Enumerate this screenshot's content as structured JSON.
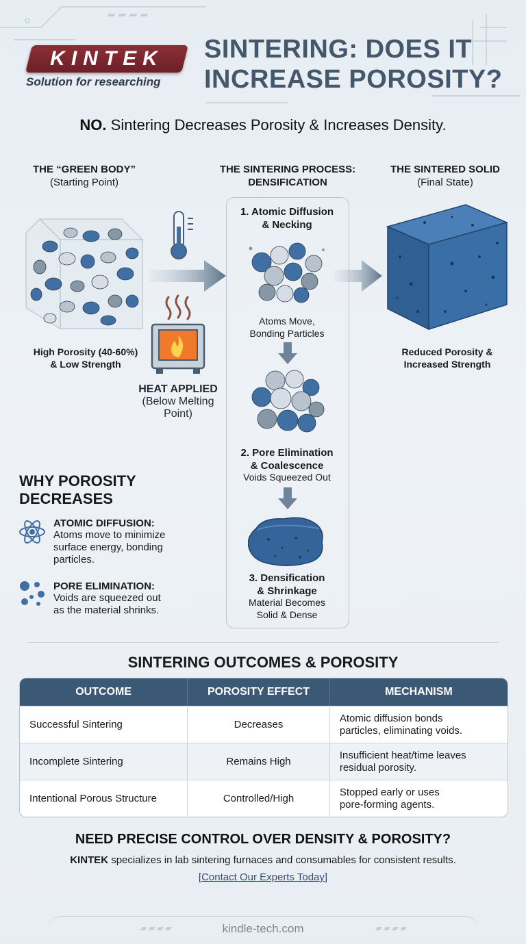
{
  "header": {
    "logo": "KINTEK",
    "tagline": "Solution for researching",
    "title_line1": "SINTERING: DOES IT",
    "title_line2": "INCREASE POROSITY?"
  },
  "subtitle": {
    "strong": "NO.",
    "rest": " Sintering Decreases Porosity & Increases Density."
  },
  "green_body": {
    "heading": "THE “GREEN BODY”",
    "sub": "(Starting Point)",
    "caption_line1": "High Porosity (40-60%)",
    "caption_line2": "& Low Strength"
  },
  "heat": {
    "label": "HEAT APPLIED",
    "sub_line1": "(Below Melting",
    "sub_line2": "Point)"
  },
  "process": {
    "heading_line1": "THE SINTERING PROCESS:",
    "heading_line2": "DENSIFICATION",
    "step1_title_line1": "1. Atomic Diffusion",
    "step1_title_line2": "& Necking",
    "step1_desc_line1": "Atoms Move,",
    "step1_desc_line2": "Bonding Particles",
    "step2_title_line1": "2. Pore Elimination",
    "step2_title_line2": "& Coalescence",
    "step2_desc": "Voids Squeezed Out",
    "step3_title_line1": "3. Densification",
    "step3_title_line2": "& Shrinkage",
    "step3_desc_line1": "Material Becomes",
    "step3_desc_line2": "Solid & Dense"
  },
  "sintered": {
    "heading": "THE SINTERED SOLID",
    "sub": "(Final State)",
    "caption_line1": "Reduced Porosity &",
    "caption_line2": "Increased Strength"
  },
  "why": {
    "title_line1": "WHY POROSITY",
    "title_line2": "DECREASES",
    "item1_head": "ATOMIC DIFFUSION:",
    "item1_l1": "Atoms move to minimize",
    "item1_l2": "surface energy, bonding",
    "item1_l3": "particles.",
    "item2_head": "PORE ELIMINATION:",
    "item2_l1": "Voids are squeezed out",
    "item2_l2": "as the material shrinks."
  },
  "outcomes": {
    "title": "SINTERING OUTCOMES & POROSITY",
    "headers": [
      "OUTCOME",
      "POROSITY EFFECT",
      "MECHANISM"
    ],
    "rows": [
      {
        "outcome": "Successful Sintering",
        "effect": "Decreases",
        "mech_l1": "Atomic diffusion bonds",
        "mech_l2": "particles, eliminating voids."
      },
      {
        "outcome": "Incomplete Sintering",
        "effect": "Remains High",
        "mech_l1": "Insufficient heat/time leaves",
        "mech_l2": "residual porosity."
      },
      {
        "outcome": "Intentional Porous Structure",
        "effect": "Controlled/High",
        "mech_l1": "Stopped early or uses",
        "mech_l2": "pore-forming agents."
      }
    ]
  },
  "cta": {
    "title": "NEED PRECISE CONTROL OVER DENSITY & POROSITY?",
    "brand": "KINTEK",
    "text": " specializes in lab sintering furnaces and consumables for consistent results.",
    "link": "[Contact Our Experts Today]"
  },
  "footer": {
    "site": "kindle-tech.com"
  },
  "colors": {
    "brand_red": "#7a2530",
    "blue": "#2f6aa3",
    "dark_blue": "#3b5875",
    "title_gray": "#44576b"
  }
}
